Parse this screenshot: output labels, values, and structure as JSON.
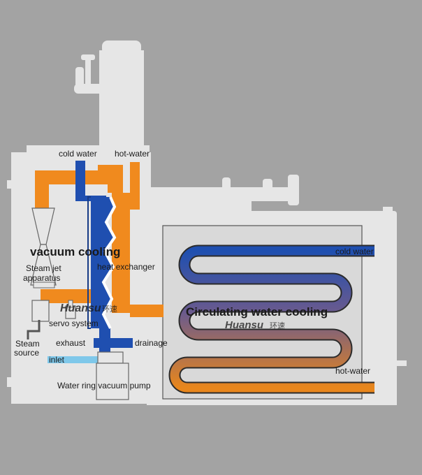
{
  "labels": {
    "cold_water_top": "cold water",
    "hot_water_top": "hot-water",
    "vacuum_cooling": "vacuum cooling",
    "heat_exchanger": "heat exchanger",
    "steam_jet": "Steam jet",
    "apparatus": "apparatus",
    "servo_system": "servo system",
    "steam": "Steam",
    "source": "source",
    "exhaust": "exhaust",
    "drainage": "drainage",
    "inlet": "inlet",
    "pump": "Water ring vacuum pump",
    "cold_water_right": "cold water",
    "hot_water_right": "hot-water",
    "circulating": "Circulating water cooling"
  },
  "watermark": {
    "brand": "Huansu",
    "cjk": "环速"
  },
  "colors": {
    "background": "#a3a3a3",
    "machine_body": "#e6e6e6",
    "cold_pipe": "#1f4fb0",
    "hot_pipe": "#f08a1e",
    "coil_panel": "#d9d9d9",
    "inlet_pipe": "#7fc8ea"
  }
}
